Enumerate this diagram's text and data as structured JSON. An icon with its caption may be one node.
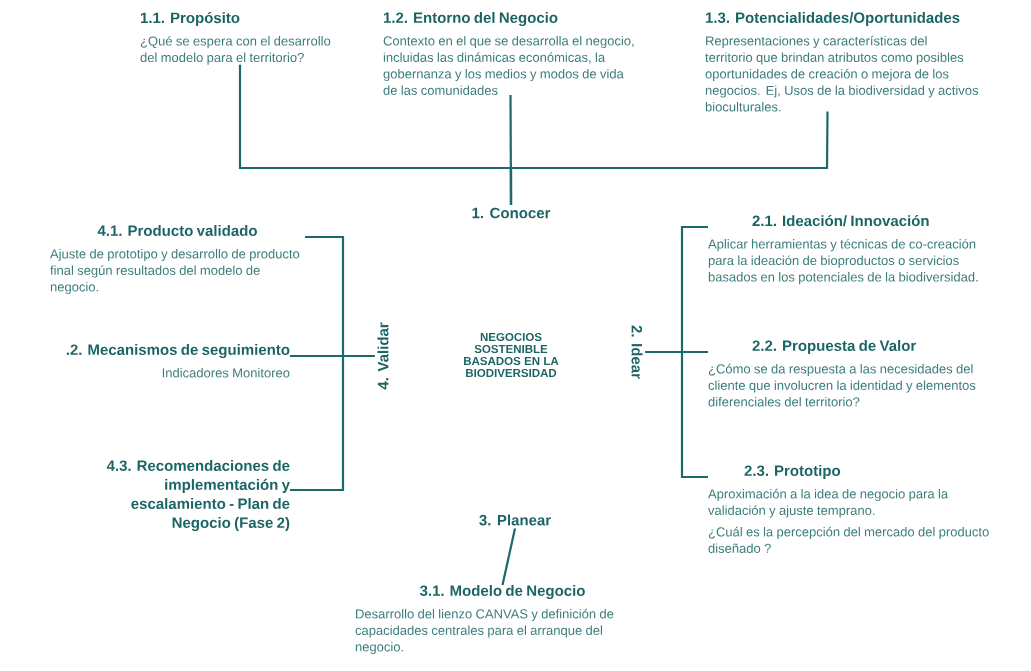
{
  "diagram": {
    "nodes": [
      {
        "text": [
          "1. Conocer"
        ]
      },
      {
        "text": [
          "1.1. Propósito",
          "¿Qué se espera con el desarrollo del modelo para el territorio?"
        ]
      },
      {
        "text": [
          "1.2. Entorno del Negocio",
          "Contexto en el que se desarrolla el negocio, incluidas las dinámicas económicas, la gobernanza y los medios y modos de vida de las comunidades"
        ]
      },
      {
        "text": [
          "1.3. Potencialidades/Oportunidades",
          "Representaciones y características del territorio que brindan atributos como posibles oportunidades de creación o mejora de los negocios. Ej, Usos de la biodiversidad y activos bioculturales."
        ]
      },
      {
        "text": [
          "2. Idear"
        ]
      },
      {
        "text": [
          "2.1. Ideación/ Innovación",
          "Aplicar herramientas y técnicas de co-creación para la ideación de bioproductos o servicios basados en los potenciales de la biodiversidad."
        ]
      },
      {
        "text": [
          "2.2. Propuesta de Valor",
          "¿Cómo se da respuesta a las necesidades del cliente que involucren la identidad y elementos diferenciales del territorio?"
        ]
      },
      {
        "text": [
          "2.3. Prototipo",
          "Aproximación a la idea de negocio para la validación y ajuste temprano.",
          "¿Cuál es la percepción del mercado del producto diseñado ?"
        ]
      },
      {
        "text": [
          "3. Planear"
        ]
      },
      {
        "text": [
          "3.1. Modelo de Negocio",
          "Desarrollo del lienzo CANVAS y definición de capacidades centrales para el arranque del negocio."
        ]
      },
      {
        "text": [
          "4. Validar"
        ]
      },
      {
        "text": [
          "4.1. Producto validado",
          "Ajuste de prototipo y desarrollo de producto final según resultados del modelo de negocio."
        ]
      },
      {
        "text": [
          ".2. Mecanismos de seguimiento",
          "Indicadores Monitoreo"
        ]
      },
      {
        "text": [
          "4.3. Recomendaciones de implementación y escalamiento - Plan de Negocio (Fase 2)"
        ]
      }
    ],
    "edges": [
      {
        "from": 0,
        "to": 1,
        "arrow": "none"
      },
      {
        "from": 0,
        "to": 2,
        "arrow": "none"
      },
      {
        "from": 0,
        "to": 3,
        "arrow": "none"
      },
      {
        "from": 4,
        "to": 5,
        "arrow": "none"
      },
      {
        "from": 4,
        "to": 6,
        "arrow": "none"
      },
      {
        "from": 4,
        "to": 7,
        "arrow": "none"
      },
      {
        "from": 8,
        "to": 9,
        "arrow": "none"
      },
      {
        "from": 10,
        "to": 11,
        "arrow": "none"
      },
      {
        "from": 10,
        "to": 12,
        "arrow": "none"
      },
      {
        "from": 10,
        "to": 13,
        "arrow": "none"
      }
    ],
    "labels": [
      "NEGOCIOS SOSTENIBLE BASADOS EN LA BIODIVERSIDAD"
    ]
  }
}
